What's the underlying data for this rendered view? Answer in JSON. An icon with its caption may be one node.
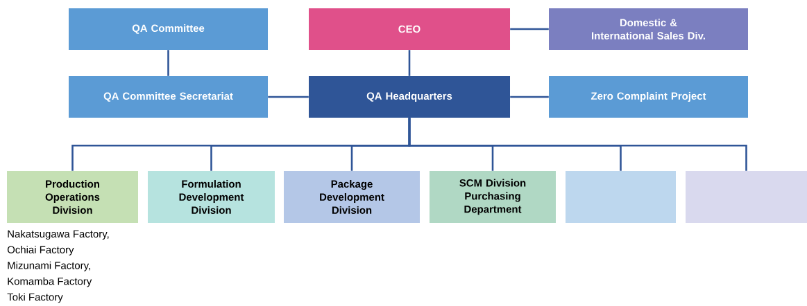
{
  "diagram": {
    "nodes": [
      {
        "text": [
          "QA Committee"
        ]
      },
      {
        "text": [
          "CEO"
        ]
      },
      {
        "text": [
          "Domestic & International Sales Div."
        ]
      },
      {
        "text": [
          "QA Committee Secretariat"
        ]
      },
      {
        "text": [
          "QA Headquarters"
        ]
      },
      {
        "text": [
          "Zero Complaint Project"
        ]
      },
      {
        "text": [
          "Production Operations Division"
        ],
        "beside": [
          "Nakatsugawa Factory,",
          "Ochiai Factory",
          "Mizunami Factory,",
          "Komamba Factory",
          "Toki Factory"
        ]
      },
      {
        "text": [
          "Formulation Development Division"
        ]
      },
      {
        "text": [
          "Package Development Division"
        ]
      },
      {
        "text": [
          "SCM Division Purchasing Department"
        ]
      },
      {
        "text": [],
        "shape": "box"
      },
      {
        "text": [],
        "shape": "box"
      }
    ],
    "edges": [
      {
        "from": 0,
        "to": 3,
        "arrow": "none"
      },
      {
        "from": 1,
        "to": 4,
        "arrow": "none"
      },
      {
        "from": 1,
        "to": 2,
        "arrow": "none"
      },
      {
        "from": 3,
        "to": 4,
        "arrow": "none"
      },
      {
        "from": 4,
        "to": 5,
        "arrow": "none"
      },
      {
        "from": 4,
        "to": 6,
        "arrow": "none"
      },
      {
        "from": 4,
        "to": 7,
        "arrow": "none"
      },
      {
        "from": 4,
        "to": 8,
        "arrow": "none"
      },
      {
        "from": 4,
        "to": 9,
        "arrow": "none"
      },
      {
        "from": 4,
        "to": 10,
        "arrow": "none"
      },
      {
        "from": 4,
        "to": 11,
        "arrow": "none"
      }
    ]
  }
}
